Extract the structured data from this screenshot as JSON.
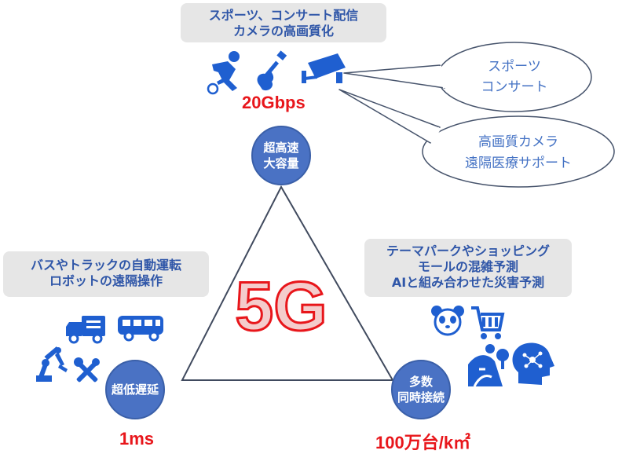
{
  "boxes": {
    "top": [
      "スポーツ、コンサート配信",
      "カメラの高画質化"
    ],
    "left": [
      "バスやトラックの自動運転",
      "ロボットの遠隔操作"
    ],
    "right": [
      "テーマパークやショッピング",
      "モールの混雑予測",
      "AIと組み合わせた災害予測"
    ]
  },
  "nodes": {
    "top": [
      "超高速",
      "大容量"
    ],
    "left": [
      "超低遅延"
    ],
    "right": [
      "多数",
      "同時接続"
    ]
  },
  "metrics": {
    "top": "20Gbps",
    "left": "1ms",
    "right": "100万台/k㎡"
  },
  "center_label": "5G",
  "callouts": {
    "upper": [
      "スポーツ",
      "コンサート"
    ],
    "lower": [
      "高画質カメラ",
      "遠隔医療サポート"
    ]
  },
  "colors": {
    "icon_blue": "#1f5fd0",
    "node_blue": "#4a72c4",
    "metric_red": "#e8161b",
    "box_gray": "#e6e6e6",
    "box_text": "#2f56a8"
  },
  "icons": [
    "sports-player-icon",
    "guitar-icon",
    "security-camera-icon",
    "truck-icon",
    "bus-icon",
    "robot-arm-icon",
    "tools-icon",
    "panda-icon",
    "shopping-cart-icon",
    "landslide-icon",
    "ai-head-icon"
  ]
}
